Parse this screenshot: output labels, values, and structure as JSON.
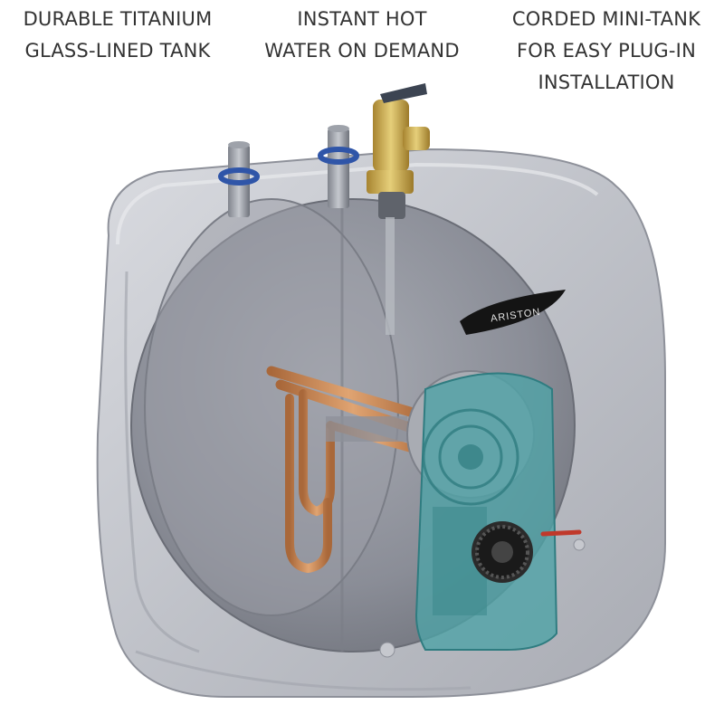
{
  "captions": [
    {
      "lines": [
        "DURABLE TITANIUM",
        "GLASS-LINED TANK"
      ]
    },
    {
      "lines": [
        "INSTANT HOT",
        "WATER ON DEMAND"
      ]
    },
    {
      "lines": [
        "CORDED MINI-TANK",
        "FOR EASY PLUG-IN",
        "INSTALLATION"
      ]
    }
  ],
  "product": {
    "brand": "ARISTON",
    "type": "mini-tank electric water heater cutaway illustration"
  },
  "colors": {
    "housing": "#b9bcc4",
    "tank": "#8c8f98",
    "copper": "#c98a55",
    "thermostat": "#4fa3a6",
    "valve_brass": "#c9a64a",
    "pipe_ring_blue": "#2f55a8",
    "badge": "#1a1a1a"
  }
}
